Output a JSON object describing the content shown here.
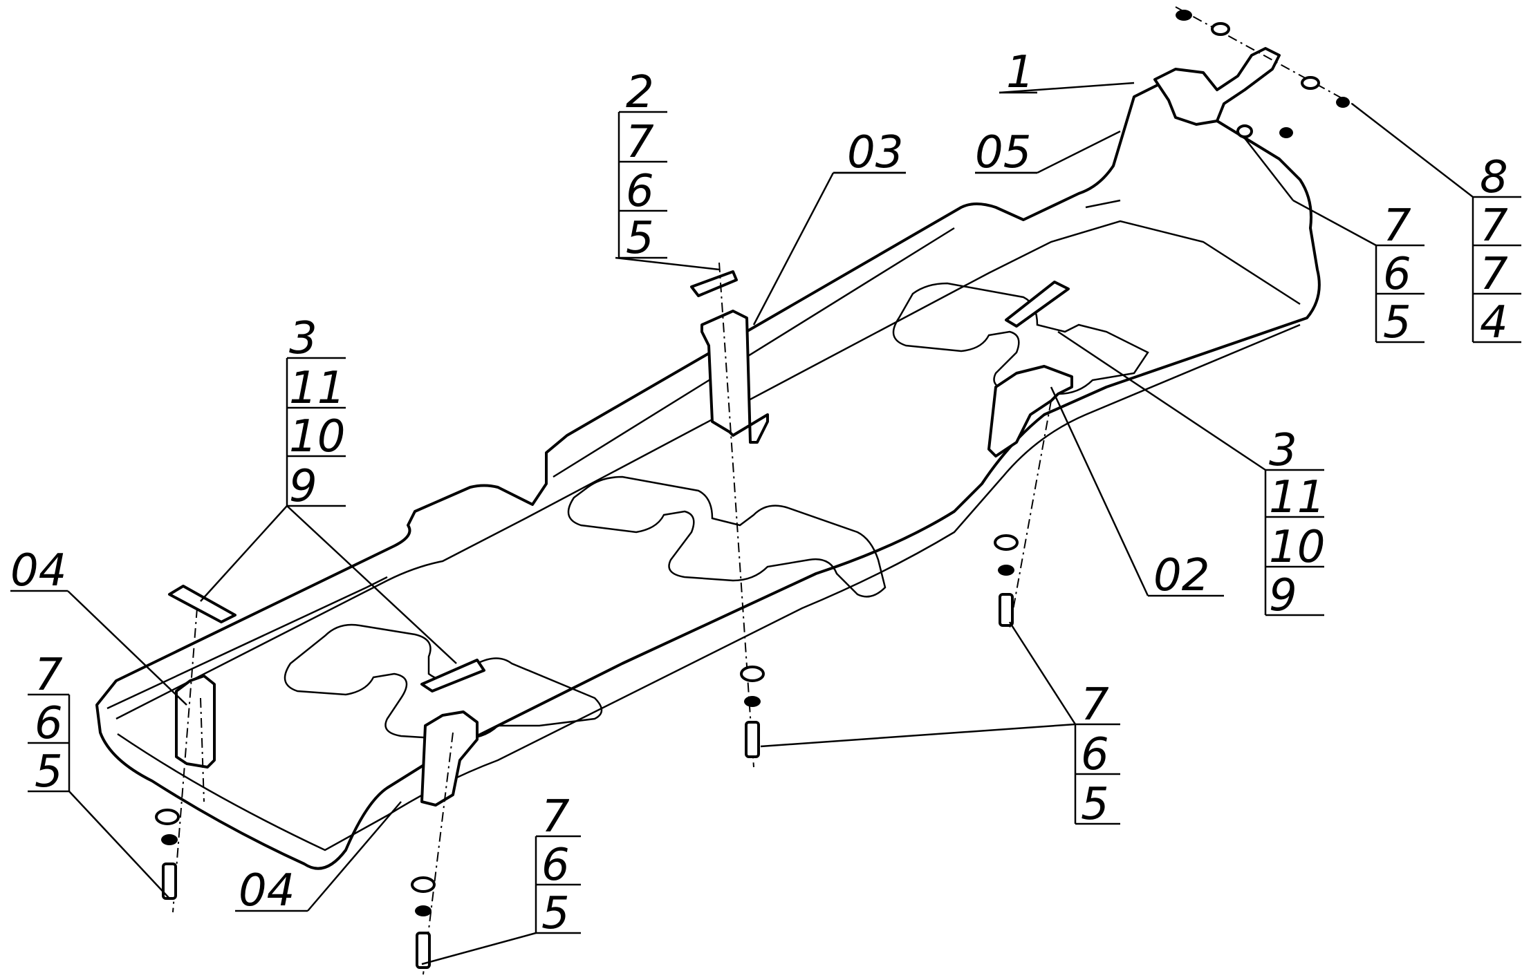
{
  "drawing": {
    "callouts": {
      "top_right_single": "1",
      "top_right_assembly": "05",
      "stack_top_center": [
        "2",
        "7",
        "6",
        "5"
      ],
      "bracket_center": "03",
      "stack_far_right": [
        "8",
        "7",
        "7",
        "4"
      ],
      "stack_right_upper": [
        "7",
        "6",
        "5"
      ],
      "stack_left_upper": [
        "3",
        "11",
        "10",
        "9"
      ],
      "stack_right_middle": [
        "3",
        "11",
        "10",
        "9"
      ],
      "bracket_right": "02",
      "bracket_left_upper": "04",
      "stack_left_lower": [
        "7",
        "6",
        "5"
      ],
      "stack_center_lower": [
        "7",
        "6",
        "5"
      ],
      "stack_bottom_center": [
        "7",
        "6",
        "5"
      ],
      "bracket_left_lower": "04"
    }
  }
}
